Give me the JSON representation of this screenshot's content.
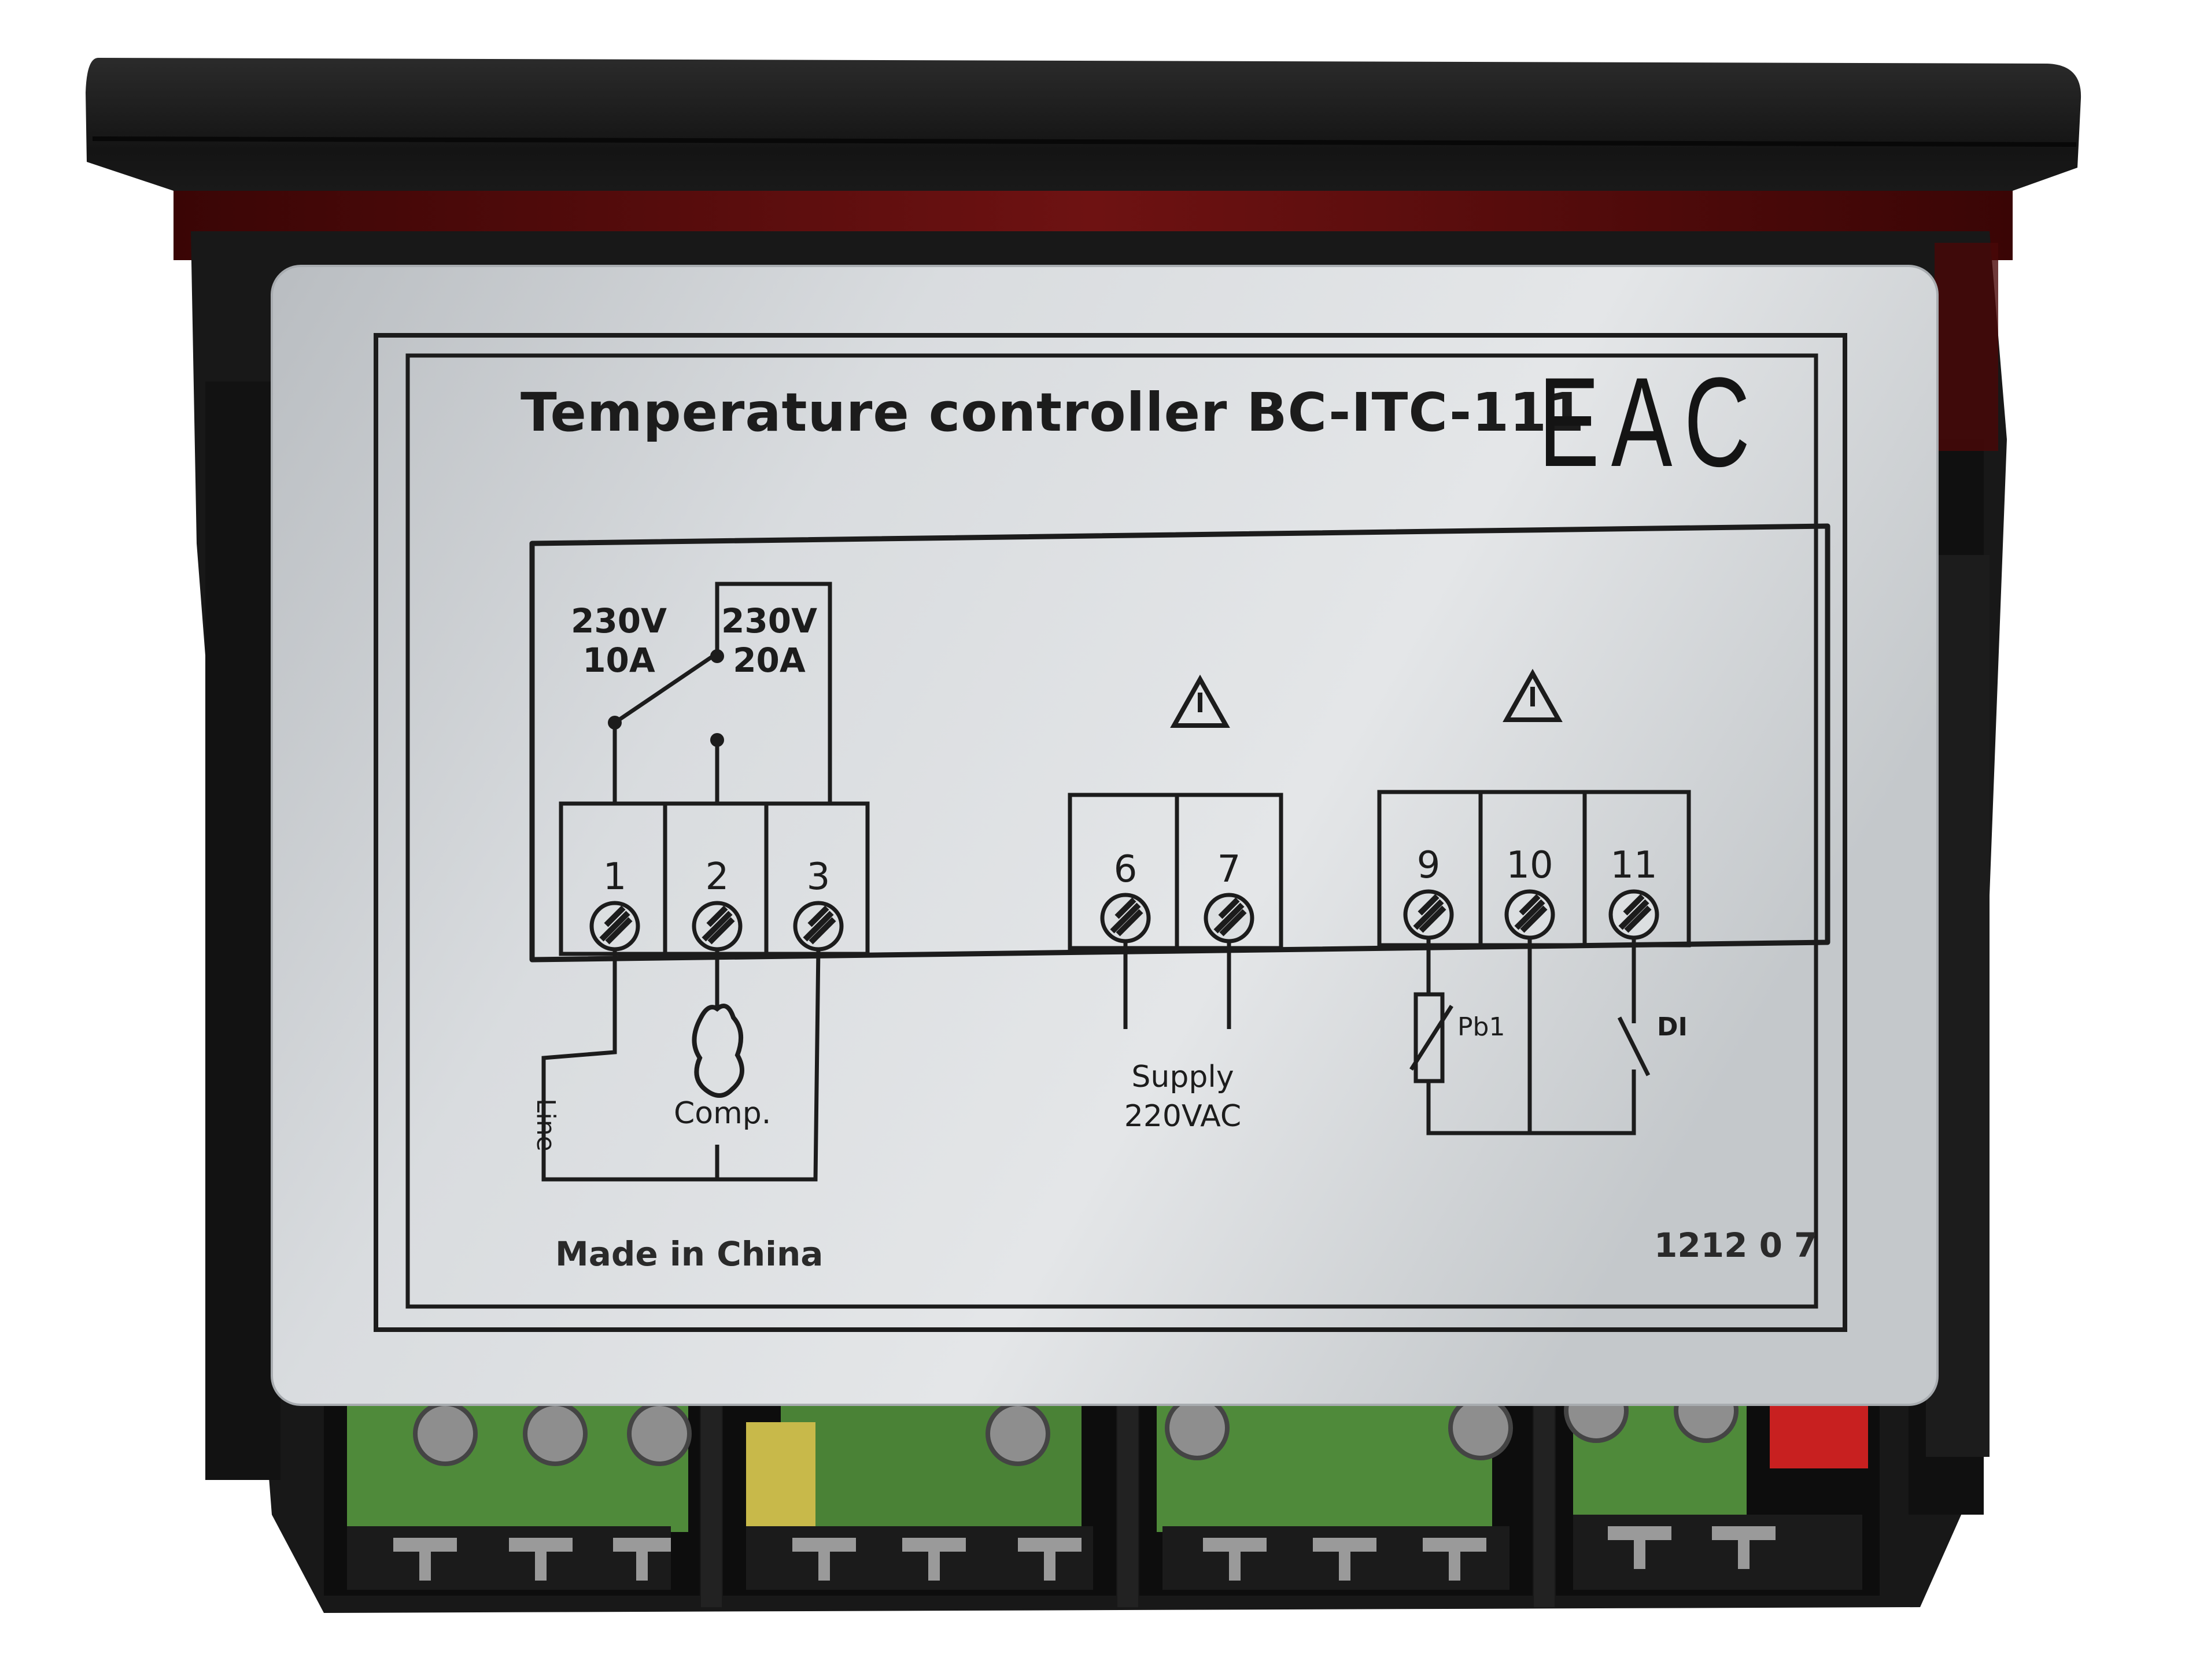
{
  "label": {
    "title": "Temperature controller BC-ITC-111",
    "mark": "EAC",
    "relay_nc_rating": [
      "230V",
      "10A"
    ],
    "relay_no_rating": [
      "230V",
      "20A"
    ],
    "terminals": [
      "1",
      "2",
      "3",
      "6",
      "7",
      "9",
      "10",
      "11"
    ],
    "line_label": "Line",
    "comp_label": "Comp.",
    "supply_label": [
      "Supply",
      "220VAC"
    ],
    "probe_label": "Pb1",
    "digital_input_label": "DI",
    "origin": "Made in China",
    "code": "1212  0 7"
  },
  "colors": {
    "housing": "#1a1a1a",
    "label_silver": "#c9cdd1",
    "pcb_green": "#4f8a3a",
    "red_window": "#5a0b0b",
    "ink": "#1c1c1c"
  }
}
